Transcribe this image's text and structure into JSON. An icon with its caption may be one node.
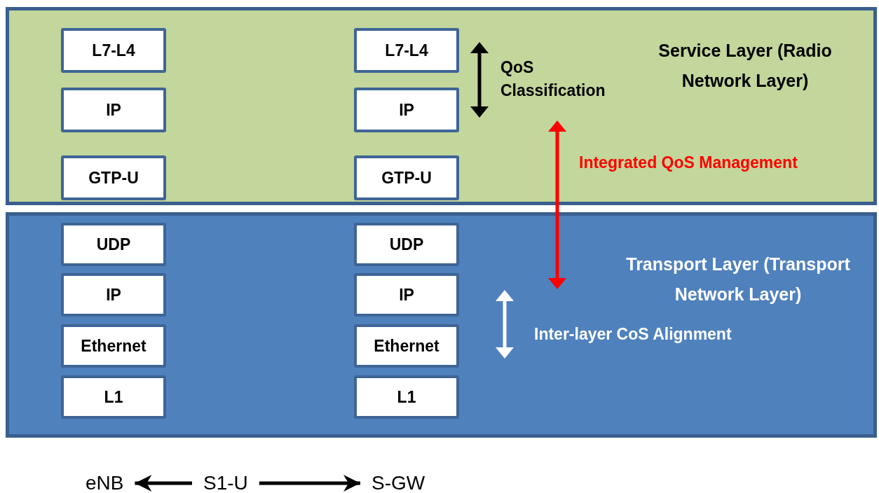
{
  "diagram": {
    "nodes": [
      {
        "text": [
          "Service Layer (Radio Network Layer)"
        ]
      },
      {
        "text": [
          "L7-L4"
        ],
        "in": 0
      },
      {
        "text": [
          "IP"
        ],
        "in": 0
      },
      {
        "text": [
          "GTP-U"
        ],
        "in": 0
      },
      {
        "text": [
          "L7-L4"
        ],
        "in": 0
      },
      {
        "text": [
          "IP"
        ],
        "in": 0
      },
      {
        "text": [
          "GTP-U"
        ],
        "in": 0
      },
      {
        "text": [
          "Transport Layer (Transport Network Layer)"
        ]
      },
      {
        "text": [
          "UDP"
        ],
        "in": 7
      },
      {
        "text": [
          "IP"
        ],
        "in": 7
      },
      {
        "text": [
          "Ethernet"
        ],
        "in": 7
      },
      {
        "text": [
          "L1"
        ],
        "in": 7
      },
      {
        "text": [
          "UDP"
        ],
        "in": 7
      },
      {
        "text": [
          "IP"
        ],
        "in": 7
      },
      {
        "text": [
          "Ethernet"
        ],
        "in": 7
      },
      {
        "text": [
          "L1"
        ],
        "in": 7
      },
      {
        "text": [
          "eNB"
        ]
      },
      {
        "text": [
          "S1-U"
        ]
      },
      {
        "text": [
          "S-GW"
        ]
      }
    ],
    "edges": [
      {
        "from": 17,
        "to": 16,
        "arrow": "to"
      },
      {
        "from": 17,
        "to": 18,
        "arrow": "to"
      }
    ],
    "labels": [
      "QoS Classification",
      "Integrated QoS Management",
      "Inter-layer CoS Alignment"
    ]
  }
}
